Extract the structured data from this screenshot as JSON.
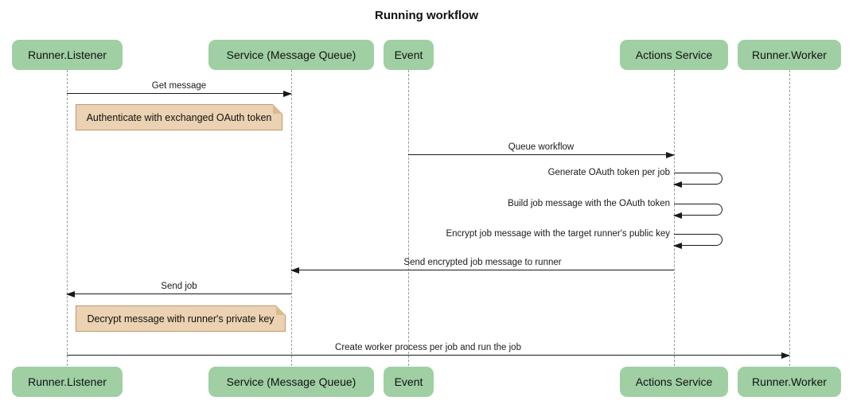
{
  "title": "Running workflow",
  "participants": [
    {
      "label": "Runner.Listener"
    },
    {
      "label": "Service (Message Queue)"
    },
    {
      "label": "Event"
    },
    {
      "label": "Actions Service"
    },
    {
      "label": "Runner.Worker"
    }
  ],
  "messages": [
    {
      "label": "Get message",
      "from": "Runner.Listener",
      "to": "Service (Message Queue)",
      "direction": "right"
    },
    {
      "label": "Queue workflow",
      "from": "Event",
      "to": "Actions Service",
      "direction": "right"
    },
    {
      "label": "Generate OAuth token per job",
      "from": "Actions Service",
      "to": "Actions Service",
      "direction": "self"
    },
    {
      "label": "Build job message with the OAuth token",
      "from": "Actions Service",
      "to": "Actions Service",
      "direction": "self"
    },
    {
      "label": "Encrypt job message with the target runner's public key",
      "from": "Actions Service",
      "to": "Actions Service",
      "direction": "self"
    },
    {
      "label": "Send encrypted job message to runner",
      "from": "Actions Service",
      "to": "Service (Message Queue)",
      "direction": "left"
    },
    {
      "label": "Send job",
      "from": "Service (Message Queue)",
      "to": "Runner.Listener",
      "direction": "left"
    },
    {
      "label": "Create worker process per job and run the job",
      "from": "Runner.Listener",
      "to": "Runner.Worker",
      "direction": "right"
    }
  ],
  "notes": [
    {
      "text": "Authenticate with exchanged OAuth token",
      "over": "Runner.Listener"
    },
    {
      "text": "Decrypt message with runner's private key",
      "over": "Runner.Listener"
    }
  ],
  "colors": {
    "actor_fill": "#9FCFA3",
    "note_fill": "#EBD2B2",
    "note_border": "#BE986E",
    "lifeline": "#9A9A9A",
    "ink": "#1a1a1a"
  }
}
